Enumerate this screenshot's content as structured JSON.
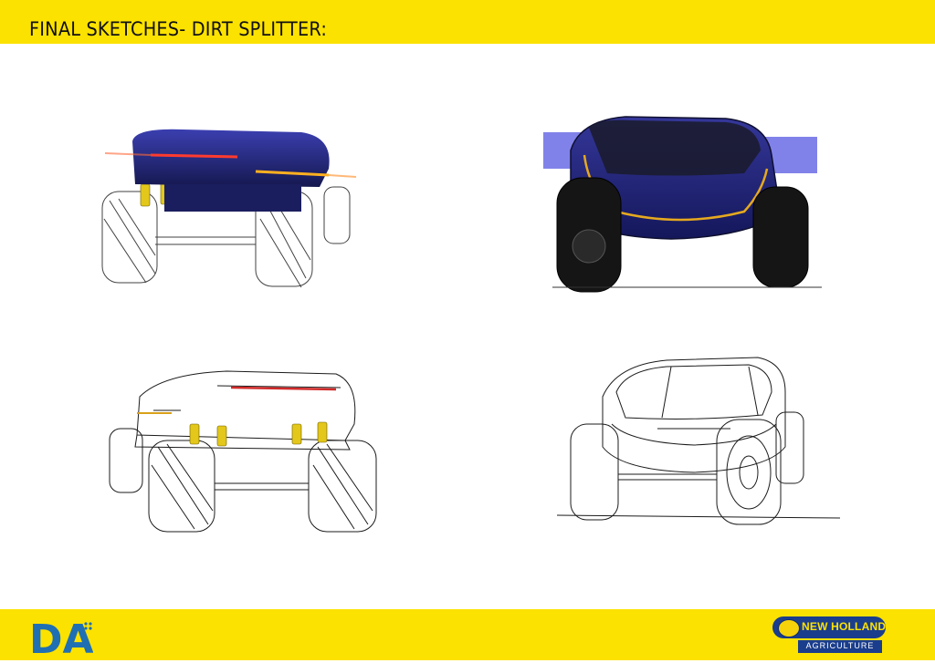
{
  "header": {
    "title": "FINAL SKETCHES- DIRT SPLITTER:"
  },
  "footer": {
    "left_logo": {
      "icon": "da-logo",
      "text": "DA"
    },
    "right_logo": {
      "icon": "new-holland-logo",
      "brand": "NEW HOLLAND",
      "subtitle": "AGRICULTURE"
    }
  },
  "colors": {
    "accent_yellow": "#fce200",
    "sketch_blue": "#2b2f8f",
    "brand_blue": "#1a3d8c"
  },
  "sketches": [
    {
      "icon": "rear-rendered-vehicle-sketch"
    },
    {
      "icon": "front-rendered-vehicle-sketch"
    },
    {
      "icon": "rear-line-vehicle-sketch"
    },
    {
      "icon": "front-line-vehicle-sketch"
    }
  ]
}
